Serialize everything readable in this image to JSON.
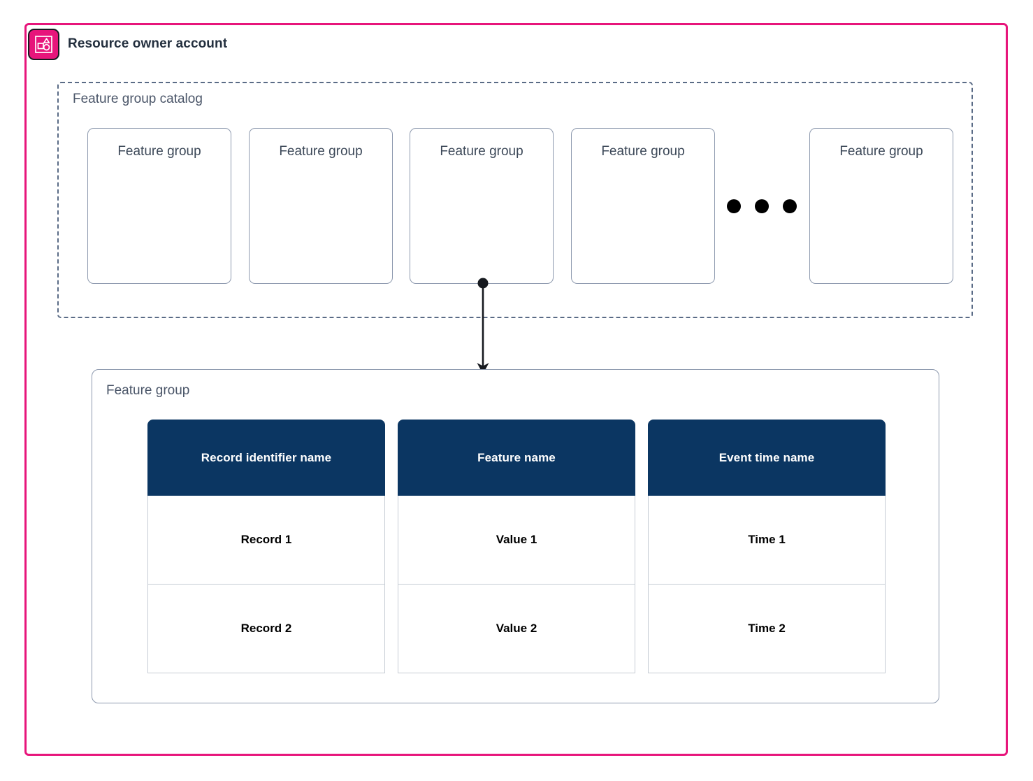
{
  "account": {
    "title": "Resource owner account",
    "icon": "resource-shapes-icon",
    "border_color": "#E7157B"
  },
  "catalog": {
    "title": "Feature group catalog",
    "border_style": "dashed",
    "border_color": "#5A6B86",
    "cards": [
      {
        "label": "Feature group"
      },
      {
        "label": "Feature group"
      },
      {
        "label": "Feature group"
      },
      {
        "label": "Feature group"
      },
      {
        "label": "Feature group"
      }
    ],
    "ellipsis": {
      "dot_count": 3,
      "color": "#000000"
    }
  },
  "connector": {
    "from": "catalog-card-3",
    "to": "feature-group-panel",
    "style": "arrow-down",
    "color": "#16191F"
  },
  "feature_group_panel": {
    "title": "Feature group",
    "border_color": "#8D99AE",
    "table": {
      "header_color": "#0B3662",
      "header_text_color": "#FFFFFF",
      "cell_border_color": "#C6CCD4",
      "columns": [
        "Record identifier name",
        "Feature name",
        "Event time name"
      ],
      "rows": [
        [
          "Record 1",
          "Value 1",
          "Time 1"
        ],
        [
          "Record 2",
          "Value 2",
          "Time 2"
        ]
      ]
    }
  }
}
